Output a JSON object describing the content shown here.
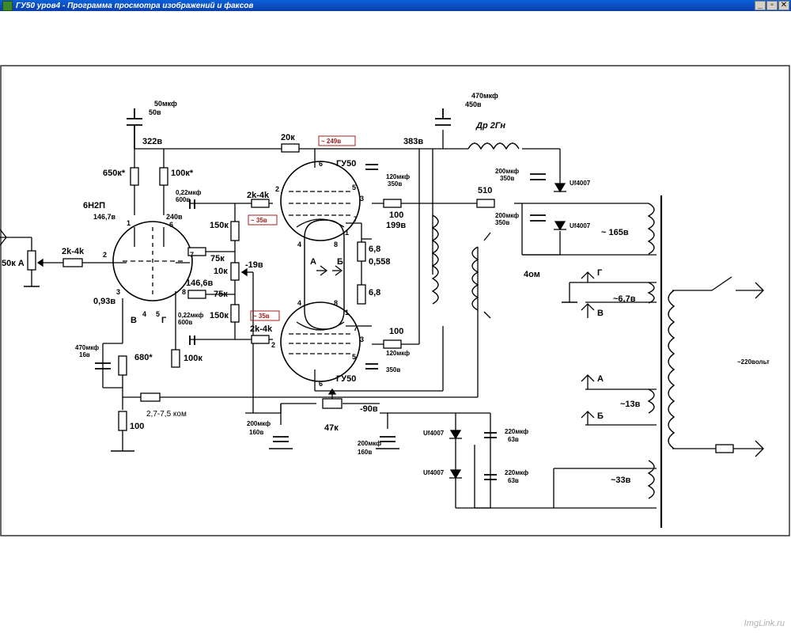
{
  "window": {
    "title": "ГУ50 уров4 - Программа просмотра изображений и факсов",
    "buttons": {
      "minimize": "_",
      "restore": "▫",
      "close": "✕"
    }
  },
  "schematic": {
    "labels": {
      "cap_50uf": "50мкф",
      "cap_50uf_v": "50в",
      "v322": "322в",
      "r_20k": "20к",
      "ac_249": "~ 249в",
      "v383": "383в",
      "cap_470uf": "470мкф",
      "cap_470uf_v": "450в",
      "choke": "Др 2Гн",
      "r_650k": "650к*",
      "r_100k_top": "100к*",
      "tube_gu50_top": "ГУ50",
      "cap_120uf_top": "120мкф",
      "cap_120uf_top_v": "350в",
      "cap_200uf_a": "200мкф",
      "cap_200uf_a_v": "350в",
      "diode_a": "Uf4007",
      "tube_6n2p": "6Н2П",
      "v146_7": "146,7в",
      "cap_022_top": "0,22мкф",
      "cap_022_top_v": "600в",
      "v240": "240в",
      "r_2k4k_top": "2k-4k",
      "ac_35_top": "~ 35в",
      "r_100_top": "100",
      "v199": "199в",
      "r_510": "510",
      "cap_200uf_b": "200мкф",
      "cap_200uf_b_v": "350в",
      "diode_b": "Uf4007",
      "ac_165": "~ 165в",
      "r_150k_top": "150к",
      "r_75k_top": "75к",
      "v_neg19": "-19в",
      "r_10k": "10к",
      "r_6_8_top": "6,8",
      "v0_558": "0,558",
      "r_6_8_bot": "6,8",
      "ohm4": "4ом",
      "tap_g": "Г",
      "ac_6_7": "~6,7в",
      "tap_v": "В",
      "pot_50k": "50к А",
      "r_2k4k_left": "2k-4k",
      "v0_93": "0,93в",
      "v146_6": "146,6в",
      "r_75k_bot": "75к",
      "r_150k_bot": "150к",
      "ac_35_bot": "~ 35в",
      "r_2k4k_bot": "2k-4k",
      "r_100_bot": "100",
      "cap_022_bot": "0,22мкф",
      "cap_022_bot_v": "600в",
      "arrow_a": "А",
      "arrow_b": "Б",
      "node_v": "В",
      "node_g": "Г",
      "cap_470uf_16": "470мкф",
      "cap_470uf_16_v": "16в",
      "r_680": "680*",
      "r_100k_bot": "100к",
      "tube_gu50_bot": "ГУ50",
      "cap_120uf_bot": "120мкф",
      "cap_120uf_bot_v": "350в",
      "r_feedback": "2,7-7,5 ком",
      "r_100_ground": "100",
      "cap_200uf_c": "200мкф",
      "cap_200uf_c_v": "160в",
      "pot_47k": "47к",
      "v_neg90": "-90в",
      "cap_200uf_d": "200мкф",
      "cap_200uf_d_v": "160в",
      "diode_c": "Uf4007",
      "cap_220uf_a": "220мкф",
      "cap_220uf_a_v": "63в",
      "diode_d": "Uf4007",
      "cap_220uf_b": "220мкф",
      "cap_220uf_b_v": "63в",
      "ac_33": "~33в",
      "tap_a": "А",
      "ac_13": "~13в",
      "tap_b": "Б",
      "mains": "~220вольт",
      "pin1": "1",
      "pin2": "2",
      "pin3": "3",
      "pin4": "4",
      "pin5": "5",
      "pin6": "6",
      "pin7": "7",
      "pin8": "8"
    }
  },
  "watermark": "ImgLink.ru"
}
